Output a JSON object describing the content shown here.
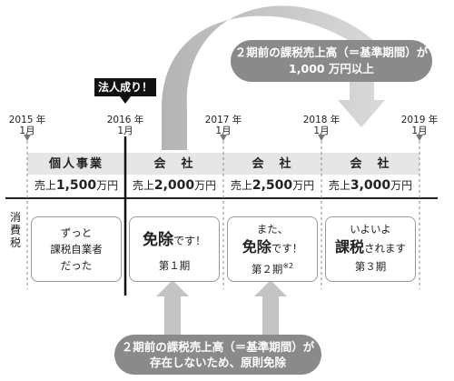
{
  "top_banner": {
    "line1": "２期前の課税売上高（＝基準期間）が",
    "line2": "1,000 万円以上"
  },
  "incorporation_flag": "法人成り！",
  "years": [
    {
      "year": "2015 年",
      "month": "1月"
    },
    {
      "year": "2016 年",
      "month": "1月"
    },
    {
      "year": "2017 年",
      "month": "1月"
    },
    {
      "year": "2018 年",
      "month": "1月"
    },
    {
      "year": "2019 年",
      "month": "1月"
    }
  ],
  "periods": [
    {
      "header": "個人事業",
      "sales_prefix": "売上",
      "sales_amount": "1,500",
      "sales_unit": "万円"
    },
    {
      "header": "会　社",
      "sales_prefix": "売上",
      "sales_amount": "2,000",
      "sales_unit": "万円"
    },
    {
      "header": "会　社",
      "sales_prefix": "売上",
      "sales_amount": "2,500",
      "sales_unit": "万円"
    },
    {
      "header": "会　社",
      "sales_prefix": "売上",
      "sales_amount": "3,000",
      "sales_unit": "万円"
    }
  ],
  "row_label": "消費税",
  "cards": [
    {
      "lines": [
        "ずっと",
        "課税自業者",
        "だった"
      ]
    },
    {
      "emph": "免除",
      "after": "です！",
      "sub": "第１期"
    },
    {
      "pre": "また、",
      "emph": "免除",
      "after": "です！",
      "sub": "第２期",
      "note": "※2"
    },
    {
      "pre": "いよいよ",
      "emph": "課税",
      "after": "されます",
      "sub": "第３期"
    }
  ],
  "bottom_banner": {
    "line1": "２期前の課税売上高（＝基準期間）が",
    "line2": "存在しないため、原則免除"
  },
  "colors": {
    "banner": "#8a8a8a",
    "arrow": "#c4c4c4",
    "header_bg": "#e6e6e6",
    "flag": "#111111"
  }
}
